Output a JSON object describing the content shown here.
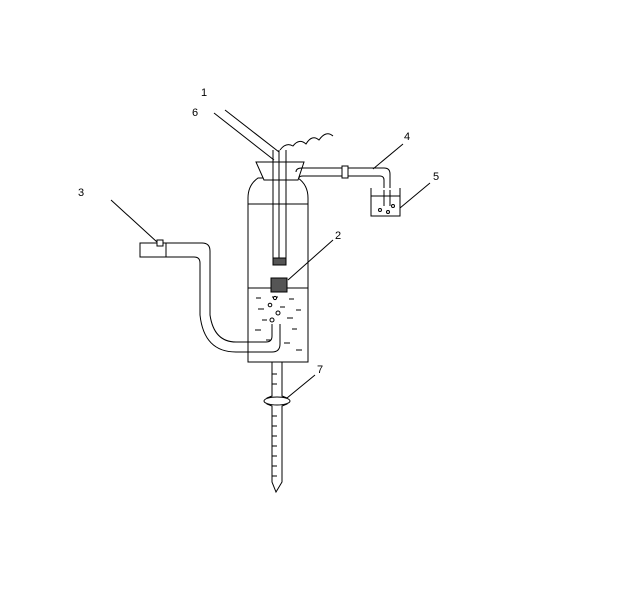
{
  "diagram": {
    "labels": {
      "l1": "1",
      "l2": "2",
      "l3": "3",
      "l4": "4",
      "l5": "5",
      "l6": "6",
      "l7": "7"
    },
    "colors": {
      "line": "#000000",
      "background": "#ffffff",
      "block": "#555555"
    }
  }
}
